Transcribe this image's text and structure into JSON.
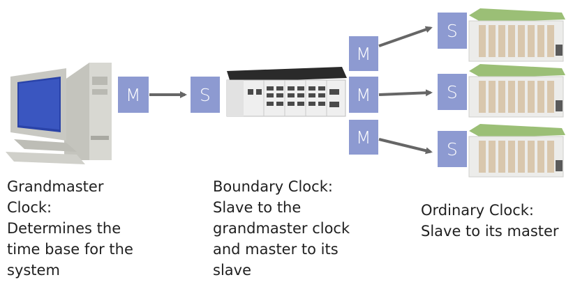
{
  "boxes": {
    "gm_master": "M",
    "bc_slave": "S",
    "bc_master_1": "M",
    "bc_master_2": "M",
    "bc_master_3": "M",
    "oc_slave_1": "S",
    "oc_slave_2": "S",
    "oc_slave_3": "S"
  },
  "captions": {
    "grandmaster": [
      "Grandmaster",
      "Clock:",
      "Determines the",
      "time base for the",
      "system"
    ],
    "boundary": [
      "Boundary Clock:",
      "Slave to the",
      "grandmaster clock",
      "and master to its",
      "slave"
    ],
    "ordinary": [
      "Ordinary Clock:",
      "Slave to its master"
    ]
  },
  "colors": {
    "box_fill": "#8d9ad1",
    "arrow": "#666666",
    "box_text": "#ffffff"
  },
  "icons": {
    "grandmaster_device": "desktop-computer-icon",
    "boundary_device": "network-switch-icon",
    "ordinary_device": "io-module-icon"
  }
}
